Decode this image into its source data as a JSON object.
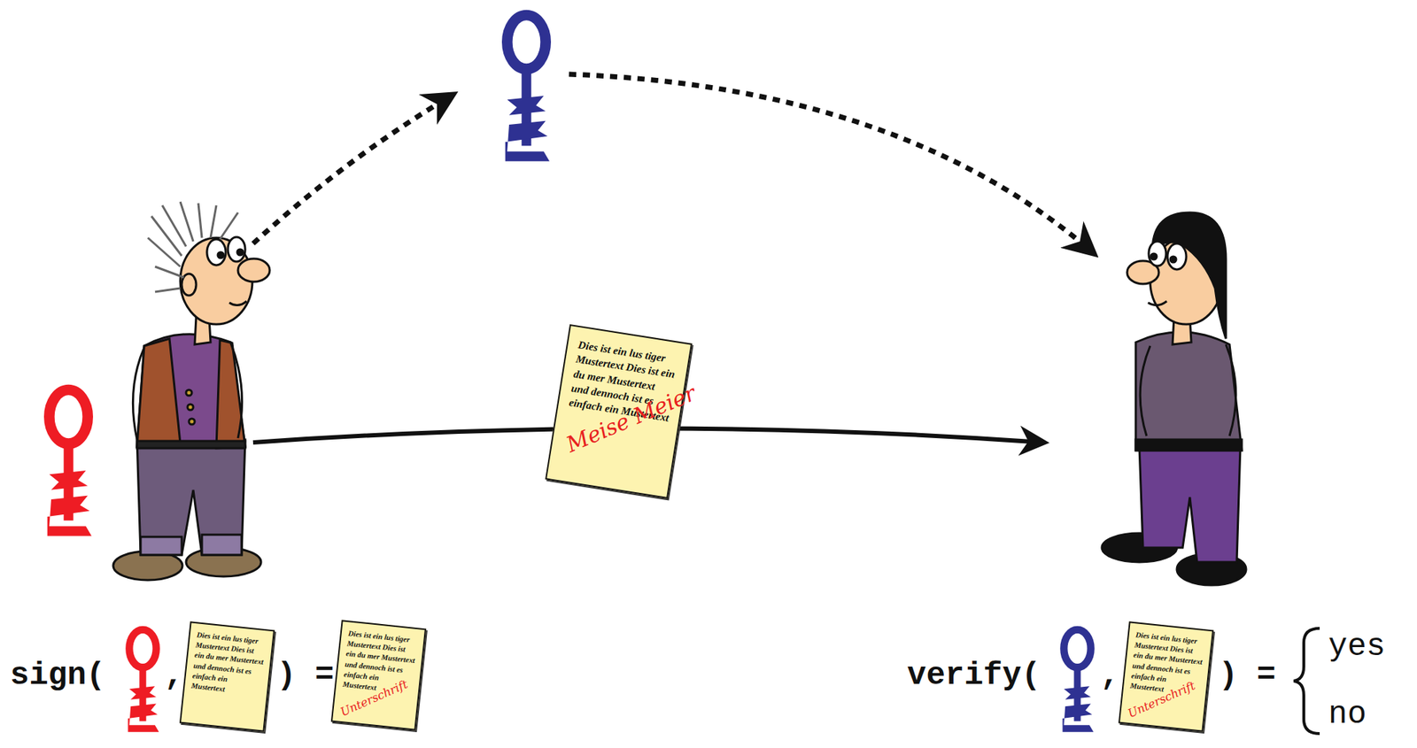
{
  "diagram": {
    "nodes": [
      {
        "text": [
          "Dies ist ein lus tiger Mustertext Dies ist ein du mer Mustertext und dennoch ist es einfach ein Mustertext",
          "Meise Meier"
        ]
      },
      {
        "text": [
          "Dies ist ein lus tiger Mustertext Dies ist ein du mer Mustertext und dennoch ist es einfach ein Mustertext"
        ]
      },
      {
        "text": [
          "Dies ist ein lus tiger Mustertext Dies ist ein du mer Mustertext und dennoch ist es einfach ein Mustertext",
          "Unterschrift"
        ]
      },
      {
        "text": [
          "Dies ist ein lus tiger Mustertext Dies ist ein du mer Mustertext und dennoch ist es einfach ein Mustertext",
          "Unterschrift"
        ]
      }
    ],
    "labels": [
      "sign(",
      ",",
      ") =",
      "verify(",
      ",",
      ") =",
      "yes",
      "no"
    ]
  }
}
